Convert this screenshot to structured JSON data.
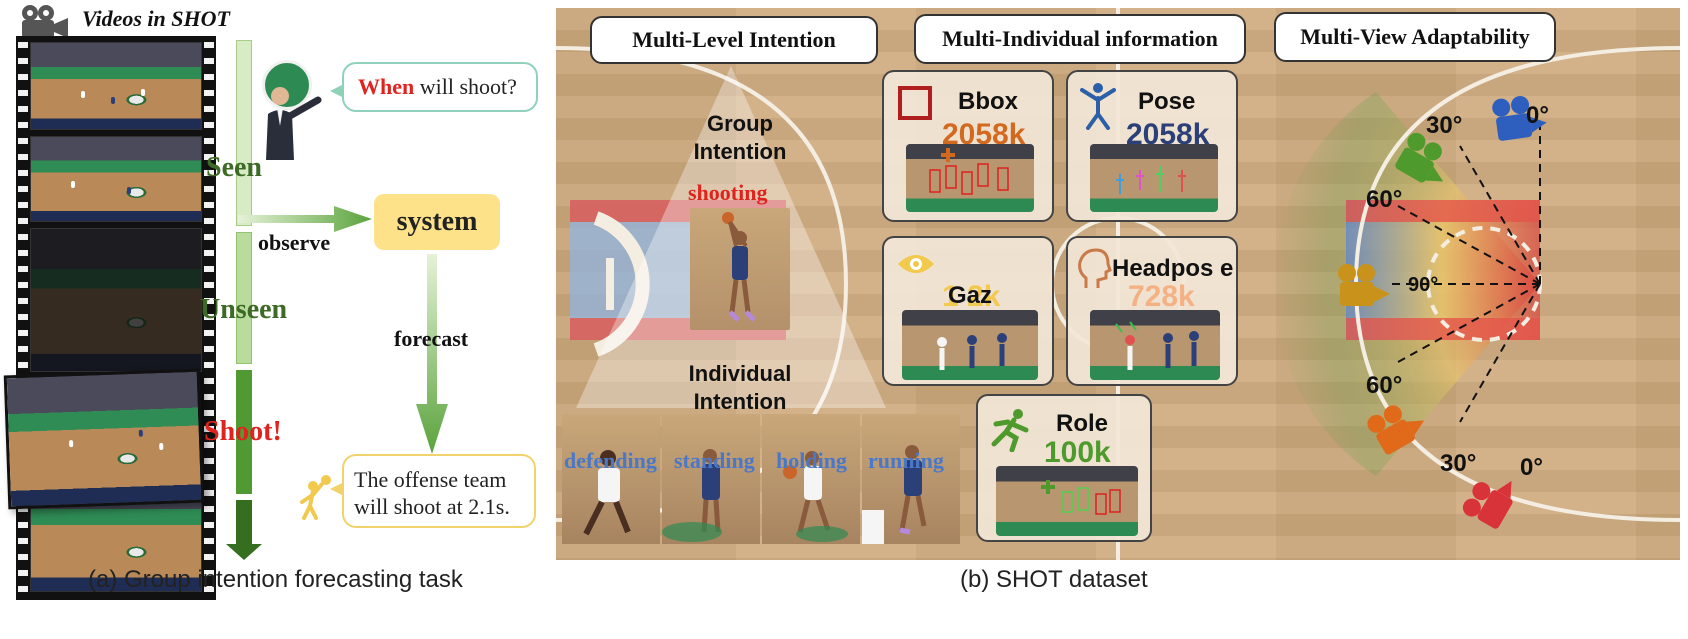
{
  "panel_a": {
    "title": "Videos in SHOT",
    "icon": "film-camera-icon",
    "timeline": {
      "seen": "Seen",
      "unseen": "Unseen",
      "shoot": "Shoot!"
    },
    "observe": "observe",
    "system": "system",
    "forecast": "forecast",
    "question_highlight": "When",
    "question_rest": " will shoot?",
    "answer": "The offense team will shoot at 2.1s.",
    "caption": "(a) Group intention forecasting task",
    "colors": {
      "seen": "#3d6b26",
      "shoot": "#e0231f",
      "question_highlight": "#e0231f",
      "timeline": "#5c9e3a"
    }
  },
  "panel_b": {
    "titles": {
      "intention": "Multi-Level Intention",
      "individual": "Multi-Individual information",
      "view": "Multi-View Adaptability"
    },
    "group_intention": "Group Intention",
    "group_action": "shooting",
    "individual_intention": "Individual Intention",
    "actions": [
      "defending",
      "standing",
      "holding",
      "running"
    ],
    "cards": {
      "bbox": {
        "name": "Bbox",
        "value": "2058k",
        "color": "#d2691e"
      },
      "pose": {
        "name": "Pose",
        "value": "2058k",
        "color": "#2b3f78"
      },
      "gaze": {
        "name": "Gaz e",
        "value": "1 2k",
        "color": "#f2c94c"
      },
      "headpose": {
        "name": "Headpos e",
        "value": "728k",
        "color": "#f4b183"
      },
      "role": {
        "name": "Role",
        "value": "100k",
        "color": "#4e9a2c"
      }
    },
    "angles": [
      "0°",
      "30°",
      "60°",
      "90°",
      "60°",
      "30°",
      "0°"
    ],
    "caption": "(b) SHOT dataset"
  }
}
